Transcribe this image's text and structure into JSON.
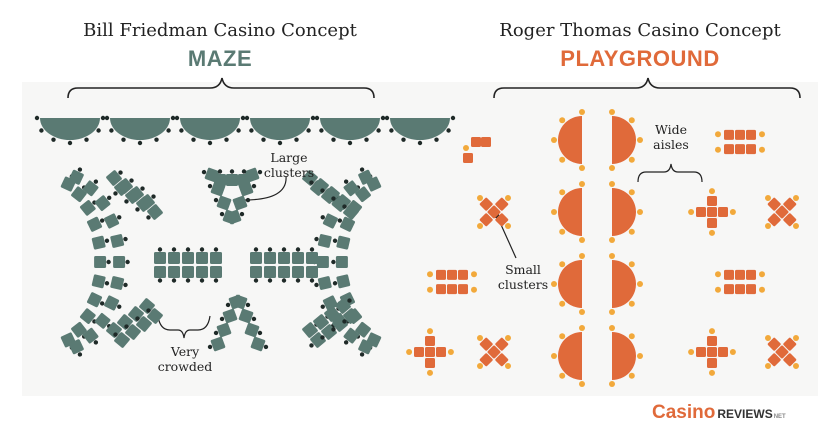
{
  "left": {
    "title": "Bill Friedman Casino Concept",
    "concept": "MAZE",
    "color": "#5a7a73",
    "annotations": {
      "large_clusters": [
        "Large",
        "clusters"
      ],
      "very_crowded": [
        "Very",
        "crowded"
      ]
    }
  },
  "right": {
    "title": "Roger Thomas Casino Concept",
    "concept": "PLAYGROUND",
    "color": "#e06a3a",
    "annotations": {
      "wide_aisles": [
        "Wide",
        "aisles"
      ],
      "small_clusters": [
        "Small",
        "clusters"
      ]
    }
  },
  "colors": {
    "seat": "#1f2a28",
    "playground_chair": "#f2a93b",
    "background": "#f7f7f6"
  },
  "logo": {
    "brand": "Casino",
    "suffix": "REVIEWS",
    "tld": "NET"
  }
}
